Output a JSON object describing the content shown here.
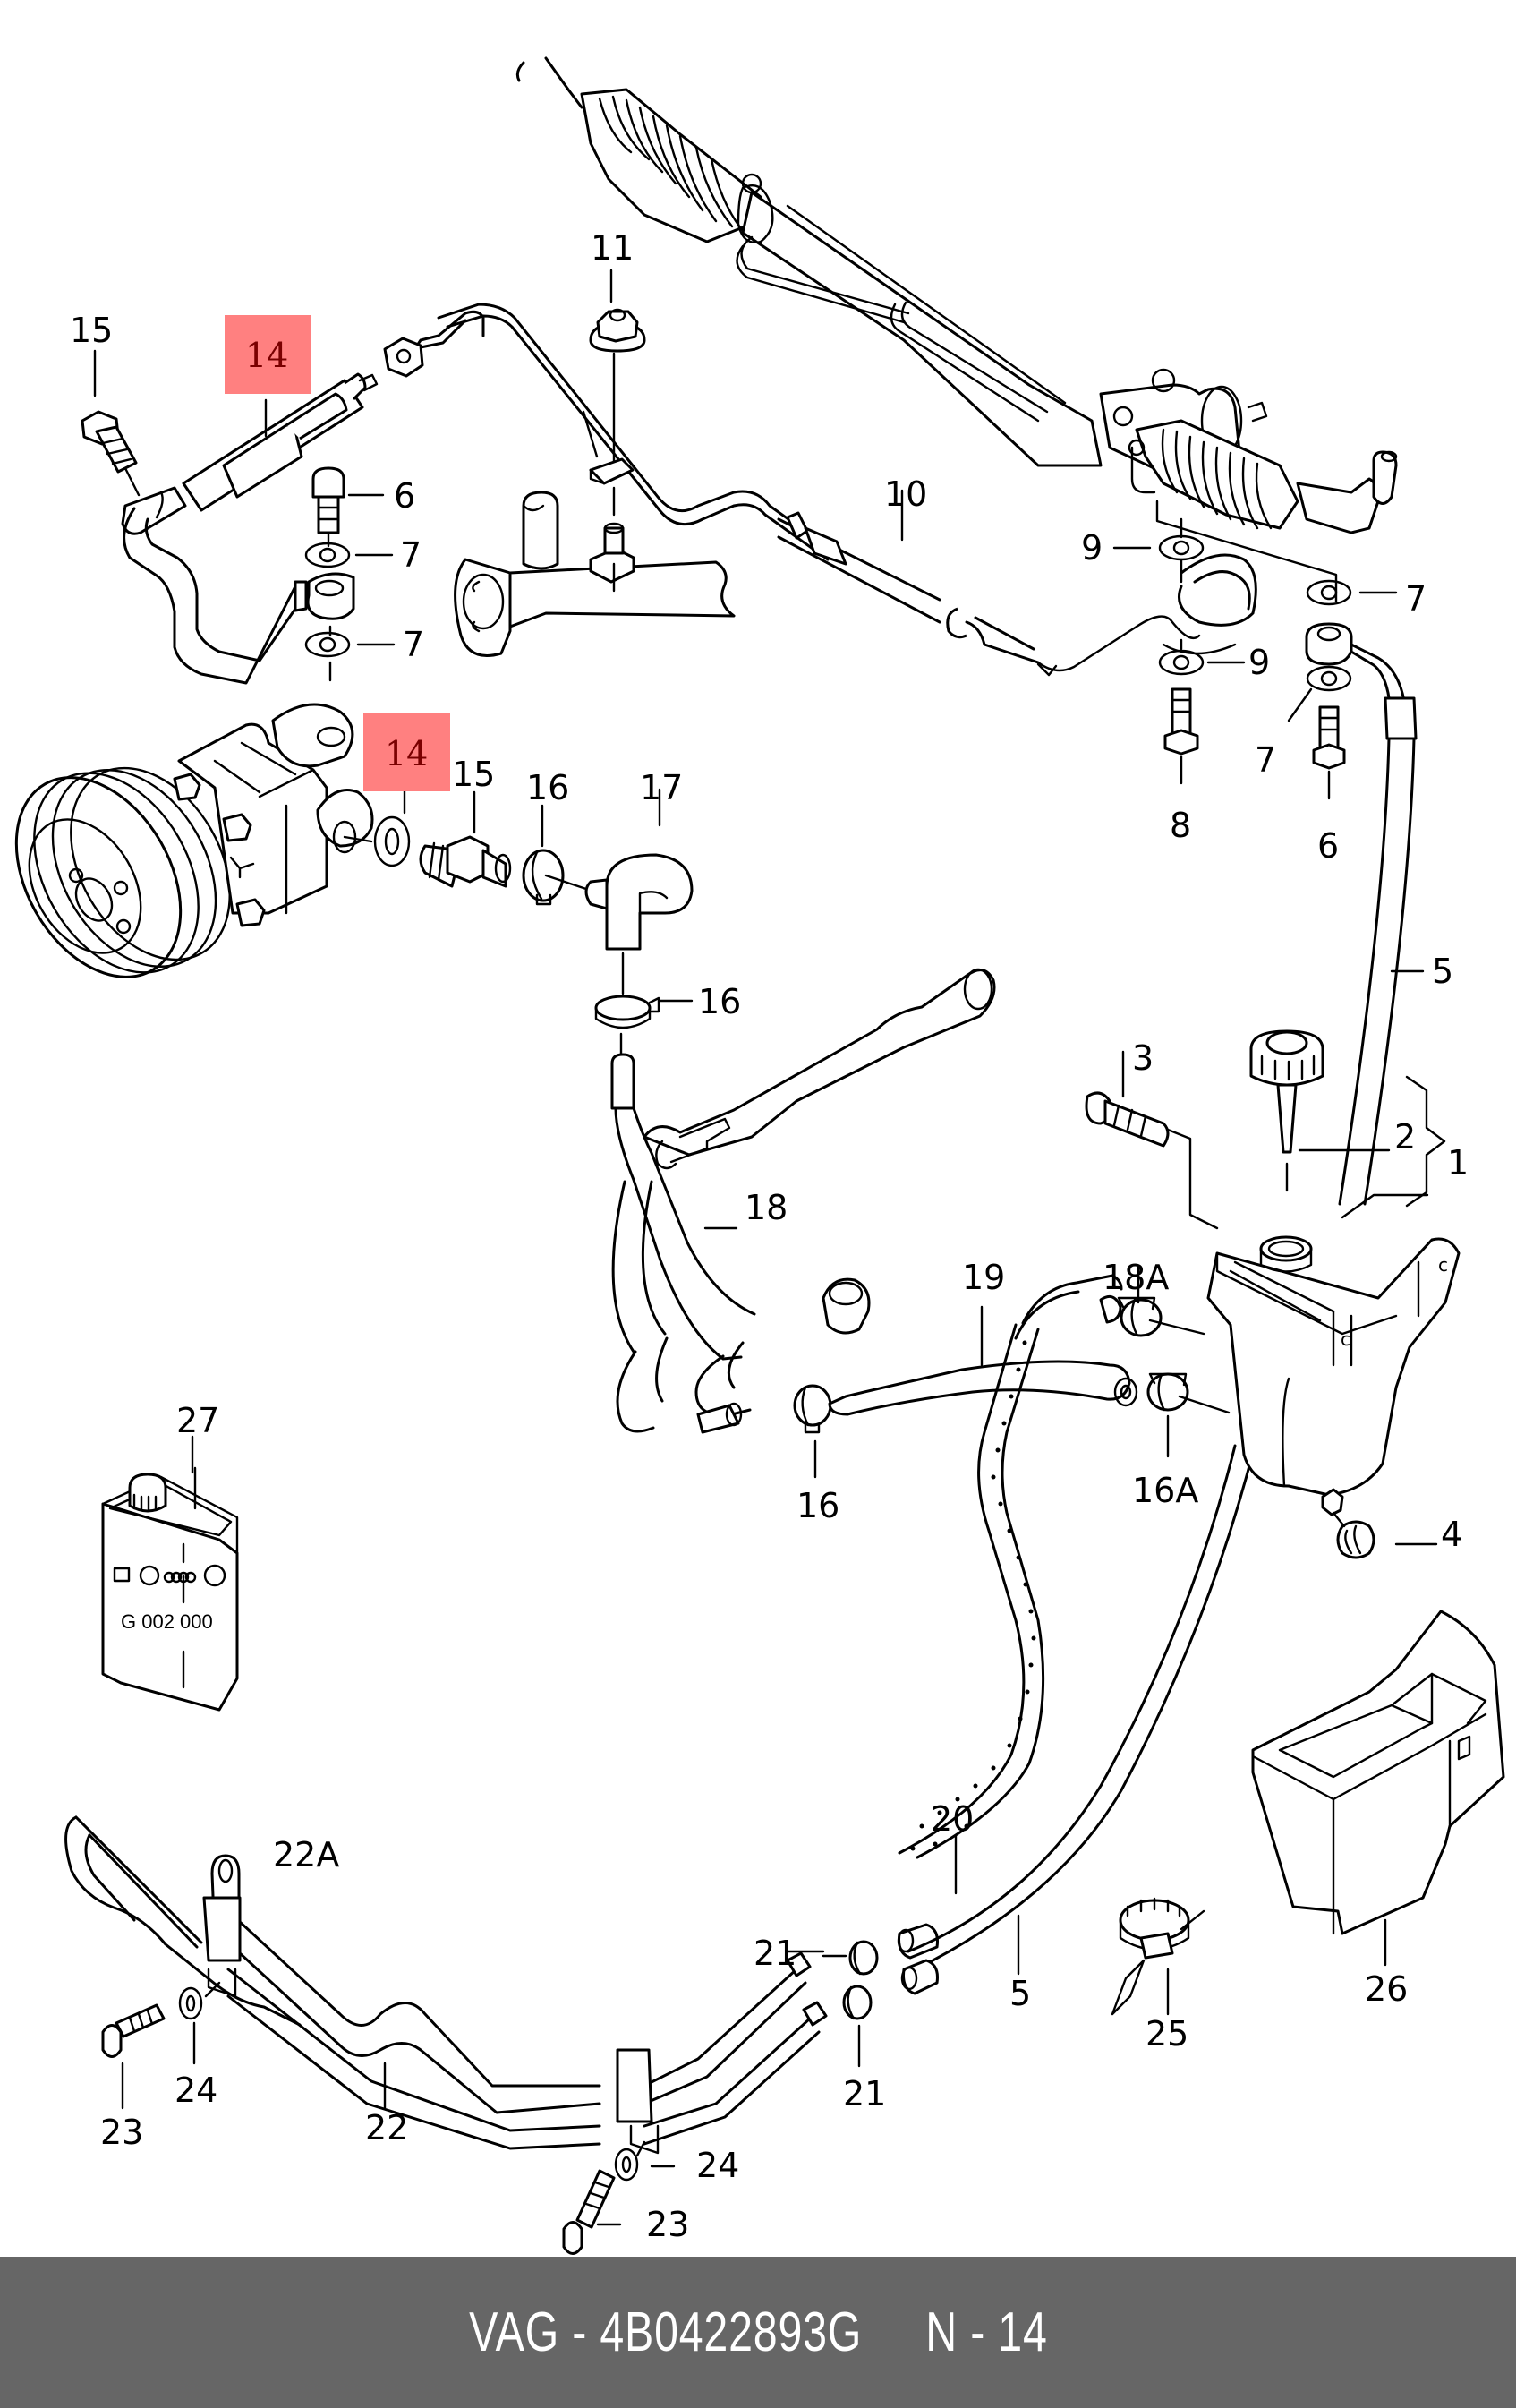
{
  "diagram": {
    "title": "Power steering hydraulic system exploded parts diagram",
    "highlight_color": "#ff8080",
    "highlighted_callout": "14",
    "callouts": [
      {
        "id": "1",
        "text": "1"
      },
      {
        "id": "2",
        "text": "2"
      },
      {
        "id": "3",
        "text": "3"
      },
      {
        "id": "4",
        "text": "4"
      },
      {
        "id": "5a",
        "text": "5"
      },
      {
        "id": "5b",
        "text": "5"
      },
      {
        "id": "6a",
        "text": "6"
      },
      {
        "id": "6b",
        "text": "6"
      },
      {
        "id": "7a",
        "text": "7"
      },
      {
        "id": "7b",
        "text": "7"
      },
      {
        "id": "7c",
        "text": "7"
      },
      {
        "id": "7d",
        "text": "7"
      },
      {
        "id": "8",
        "text": "8"
      },
      {
        "id": "9a",
        "text": "9"
      },
      {
        "id": "9b",
        "text": "9"
      },
      {
        "id": "10",
        "text": "10"
      },
      {
        "id": "11",
        "text": "11"
      },
      {
        "id": "14a",
        "text": "14"
      },
      {
        "id": "14b",
        "text": "14"
      },
      {
        "id": "15a",
        "text": "15"
      },
      {
        "id": "15b",
        "text": "15"
      },
      {
        "id": "16a",
        "text": "16"
      },
      {
        "id": "16b",
        "text": "16"
      },
      {
        "id": "16c",
        "text": "16"
      },
      {
        "id": "16A",
        "text": "16A"
      },
      {
        "id": "17",
        "text": "17"
      },
      {
        "id": "18",
        "text": "18"
      },
      {
        "id": "18A",
        "text": "18A"
      },
      {
        "id": "19",
        "text": "19"
      },
      {
        "id": "20",
        "text": "20"
      },
      {
        "id": "21a",
        "text": "21"
      },
      {
        "id": "21b",
        "text": "21"
      },
      {
        "id": "22",
        "text": "22"
      },
      {
        "id": "22A",
        "text": "22A"
      },
      {
        "id": "23a",
        "text": "23"
      },
      {
        "id": "23b",
        "text": "23"
      },
      {
        "id": "24a",
        "text": "24"
      },
      {
        "id": "24b",
        "text": "24"
      },
      {
        "id": "25",
        "text": "25"
      },
      {
        "id": "26",
        "text": "26"
      },
      {
        "id": "27",
        "text": "27"
      }
    ],
    "fluid_can_label": "G 002 000"
  },
  "footer": {
    "brand": "VAG",
    "part_number": "4B0422893G",
    "position": "N - 14",
    "text": "VAG - 4B0422893G     N - 14",
    "background": "#666666",
    "text_color": "#ffffff"
  }
}
